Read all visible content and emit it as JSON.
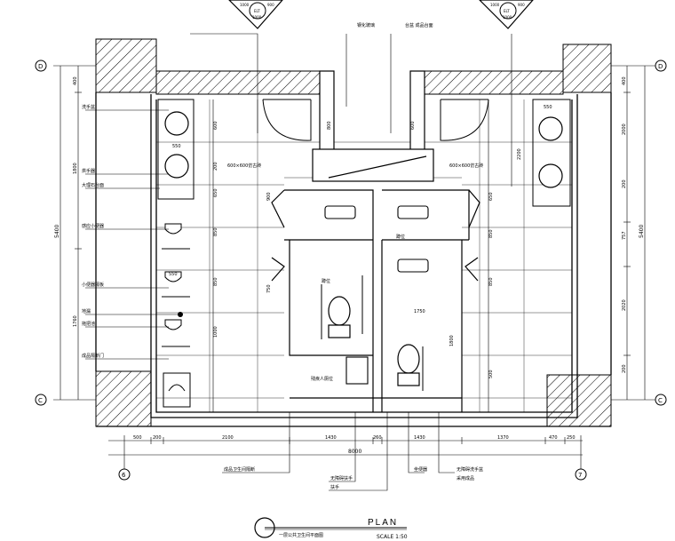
{
  "title": {
    "main": "PLAN",
    "scale": "SCALE 1:50",
    "caption": "一层公共卫生间平面图"
  },
  "grid_labels": {
    "rows": [
      "D",
      "C"
    ],
    "cols": [
      "6",
      "7"
    ]
  },
  "top_dims": [
    "1000",
    "900",
    "ELT",
    "1000"
  ],
  "overall_dims": {
    "left_total": "5400",
    "right_total": "5400",
    "bottom_total": "8000"
  },
  "bottom_dims": [
    "500",
    "200",
    "2100",
    "1430",
    "260",
    "1430",
    "1370",
    "470",
    "250"
  ],
  "left_outer_dims": [
    "400",
    "1800",
    "1760"
  ],
  "left_inner_dims": [
    "600",
    "200",
    "650",
    "850",
    "850",
    "1000"
  ],
  "right_outer_dims": [
    "400",
    "2000",
    "200",
    "757",
    "2020",
    "200"
  ],
  "right_inner_dims": [
    "550",
    "650",
    "850",
    "850",
    "500"
  ],
  "mid_dims": [
    "550",
    "550",
    "800",
    "600",
    "900",
    "750",
    "1750",
    "1800",
    "2200"
  ],
  "labels": {
    "top1": "钢化玻璃",
    "top2": "台盆 成品台面",
    "left1": "洗手盆",
    "left2": "烘手器",
    "left3": "大理石台面",
    "left4": "感应小便器",
    "left5": "小便器隔板",
    "left6": "地漏",
    "left7": "拖把池",
    "left8": "成品隔断门",
    "mid1": "600×600仿古砖",
    "mid2": "600×600仿古砖",
    "cub1": "蹲位",
    "cub2": "蹲位",
    "cub3": "残疾人厕位",
    "bot1": "成品卫生间隔断",
    "bot2": "无障碍扶手",
    "bot3": "坐便器",
    "bot4": "扶手",
    "bot5": "无障碍洗手盆",
    "bot6": "采用成品"
  }
}
